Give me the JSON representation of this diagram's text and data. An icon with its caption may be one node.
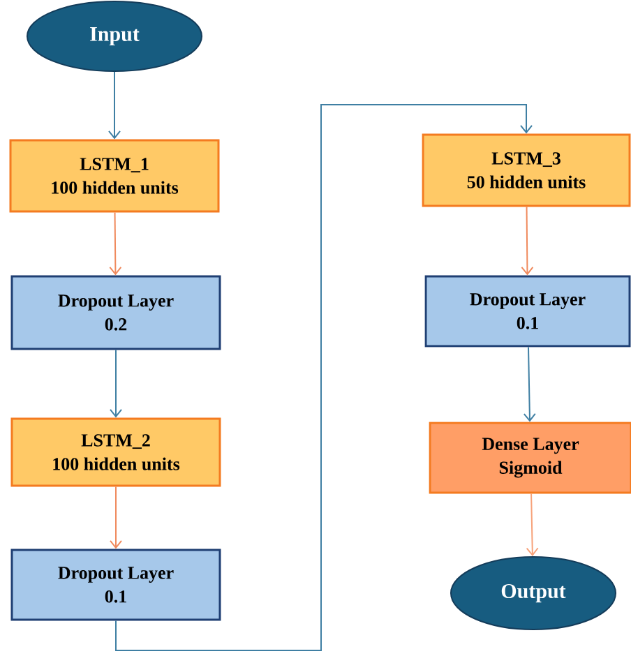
{
  "diagram": {
    "nodes": [
      {
        "text": [
          "Input"
        ]
      },
      {
        "text": [
          "LSTM_1",
          "100 hidden units"
        ]
      },
      {
        "text": [
          "Dropout Layer",
          "0.2"
        ]
      },
      {
        "text": [
          "LSTM_2",
          "100 hidden units"
        ]
      },
      {
        "text": [
          "Dropout Layer",
          "0.1"
        ]
      },
      {
        "text": [
          "LSTM_3",
          "50 hidden units"
        ]
      },
      {
        "text": [
          "Dropout Layer",
          "0.1"
        ]
      },
      {
        "text": [
          "Dense Layer",
          "Sigmoid"
        ]
      },
      {
        "text": [
          "Output"
        ]
      }
    ],
    "edges": [
      {
        "from": 0,
        "to": 1,
        "arrow": "to",
        "color": "#3f7fa3"
      },
      {
        "from": 1,
        "to": 2,
        "arrow": "to",
        "color": "#f08a5d"
      },
      {
        "from": 2,
        "to": 3,
        "arrow": "to",
        "color": "#3f7fa3"
      },
      {
        "from": 3,
        "to": 4,
        "arrow": "to",
        "color": "#f08a5d"
      },
      {
        "from": 4,
        "to": 5,
        "arrow": "to",
        "color": "#3f7fa3"
      },
      {
        "from": 5,
        "to": 6,
        "arrow": "to",
        "color": "#f08a5d"
      },
      {
        "from": 6,
        "to": 7,
        "arrow": "to",
        "color": "#3f7fa3"
      },
      {
        "from": 7,
        "to": 8,
        "arrow": "to",
        "color": "#f7a27a"
      }
    ]
  }
}
